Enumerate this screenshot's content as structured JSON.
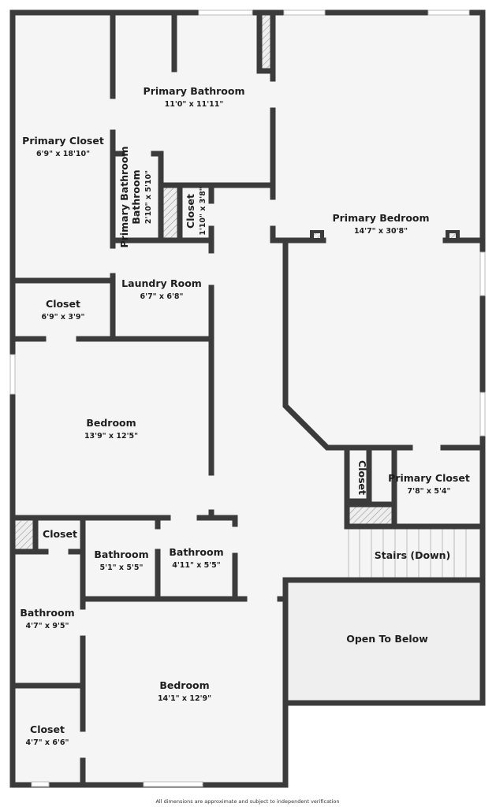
{
  "rooms": [
    {
      "name": "Primary Bathroom",
      "dims": "11'0\" x 11'11\""
    },
    {
      "name": "Primary Closet",
      "dims": "6'9\" x 18'10\""
    },
    {
      "name": "Primary Bathroom",
      "dims": "2'10\" x 5'10\""
    },
    {
      "name": "Closet",
      "dims": "1'10\" x 3'8\""
    },
    {
      "name": "Primary Bedroom",
      "dims": "14'7\" x 30'8\""
    },
    {
      "name": "Laundry Room",
      "dims": "6'7\" x 6'8\""
    },
    {
      "name": "Closet",
      "dims": "6'9\" x 3'9\""
    },
    {
      "name": "Bedroom",
      "dims": "13'9\" x 12'5\""
    },
    {
      "name": "Closet",
      "dims": ""
    },
    {
      "name": "Primary Closet",
      "dims": "7'8\" x 5'4\""
    },
    {
      "name": "Closet",
      "dims": ""
    },
    {
      "name": "Bathroom",
      "dims": "5'1\" x 5'5\""
    },
    {
      "name": "Bathroom",
      "dims": "4'11\" x 5'5\""
    },
    {
      "name": "Stairs (Down)",
      "dims": ""
    },
    {
      "name": "Bathroom",
      "dims": "4'7\" x 9'5\""
    },
    {
      "name": "Open To Below",
      "dims": ""
    },
    {
      "name": "Bedroom",
      "dims": "14'1\" x 12'9\""
    },
    {
      "name": "Closet",
      "dims": "4'7\" x 6'6\""
    }
  ],
  "footer": {
    "note": "All dimensions are approximate and subject to independent verification"
  },
  "colors": {
    "wall": "#3b3b3b",
    "floor": "#f5f5f5",
    "open_below": "#efefef"
  }
}
